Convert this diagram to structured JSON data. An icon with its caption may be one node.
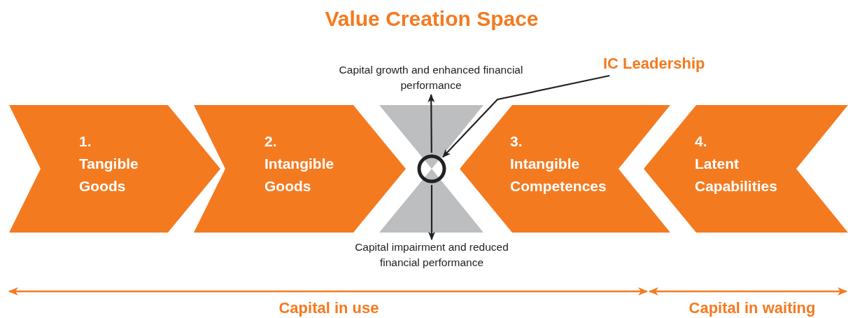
{
  "diagram": {
    "title": "Value Creation Space",
    "nodes": [
      {
        "text": [
          "1.",
          "Tangible Goods"
        ]
      },
      {
        "text": [
          "2.",
          "Intangible Goods"
        ]
      },
      {
        "text": [],
        "shape": "circle"
      },
      {
        "text": [
          "Capital growth and enhanced financial performance"
        ]
      },
      {
        "text": [
          "Capital impairment and reduced financial performance"
        ]
      },
      {
        "text": [
          "IC Leadership"
        ]
      },
      {
        "text": [
          "3.",
          "Intangible Competences"
        ]
      },
      {
        "text": [
          "4.",
          "Latent Capabilities"
        ]
      }
    ],
    "edges": [
      {
        "from": 2,
        "to": 3,
        "arrow": "to"
      },
      {
        "from": 2,
        "to": 4,
        "arrow": "to"
      },
      {
        "from": 5,
        "to": 2,
        "arrow": "to"
      }
    ],
    "labels": [
      "Capital in use",
      "Capital in waiting"
    ]
  }
}
